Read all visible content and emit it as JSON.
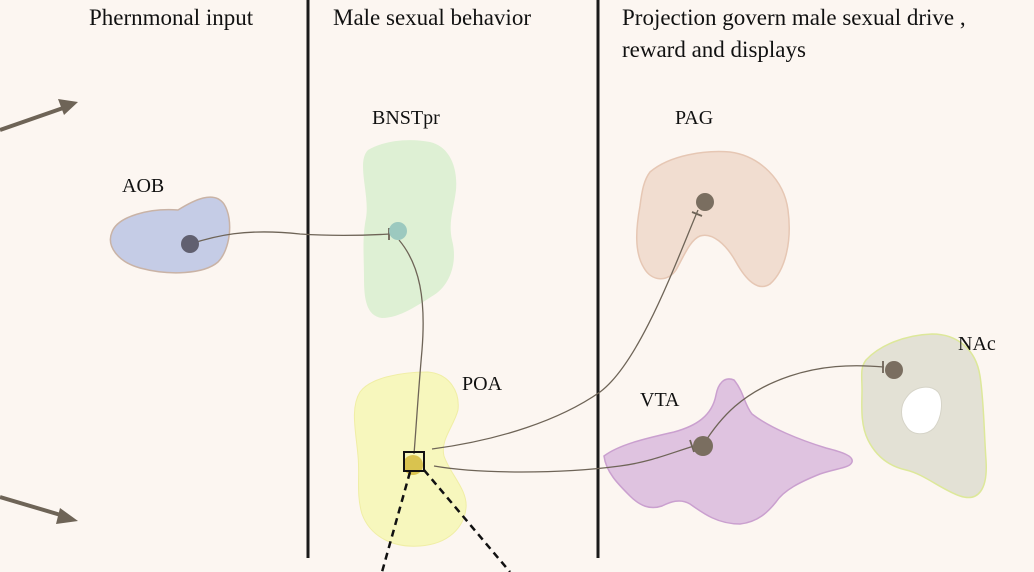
{
  "headers": {
    "col1": "Phernmonal input",
    "col2": "Male sexual behavior",
    "col3_line1": "Projection govern male sexual drive ,",
    "col3_line2": "reward and displays"
  },
  "regions": {
    "aob": "AOB",
    "bnstpr": "BNSTpr",
    "poa": "POA",
    "pag": "PAG",
    "vta": "VTA",
    "nac": "NAc"
  },
  "colors": {
    "background": "#fcf6f1",
    "aob_fill": "#c5cce6",
    "bnstpr_fill": "#dcefd2",
    "poa_fill": "#f7f7bd",
    "pag_fill": "#f1ddd0",
    "vta_fill": "#dfc3e0",
    "nac_fill": "#e3e1d5"
  }
}
